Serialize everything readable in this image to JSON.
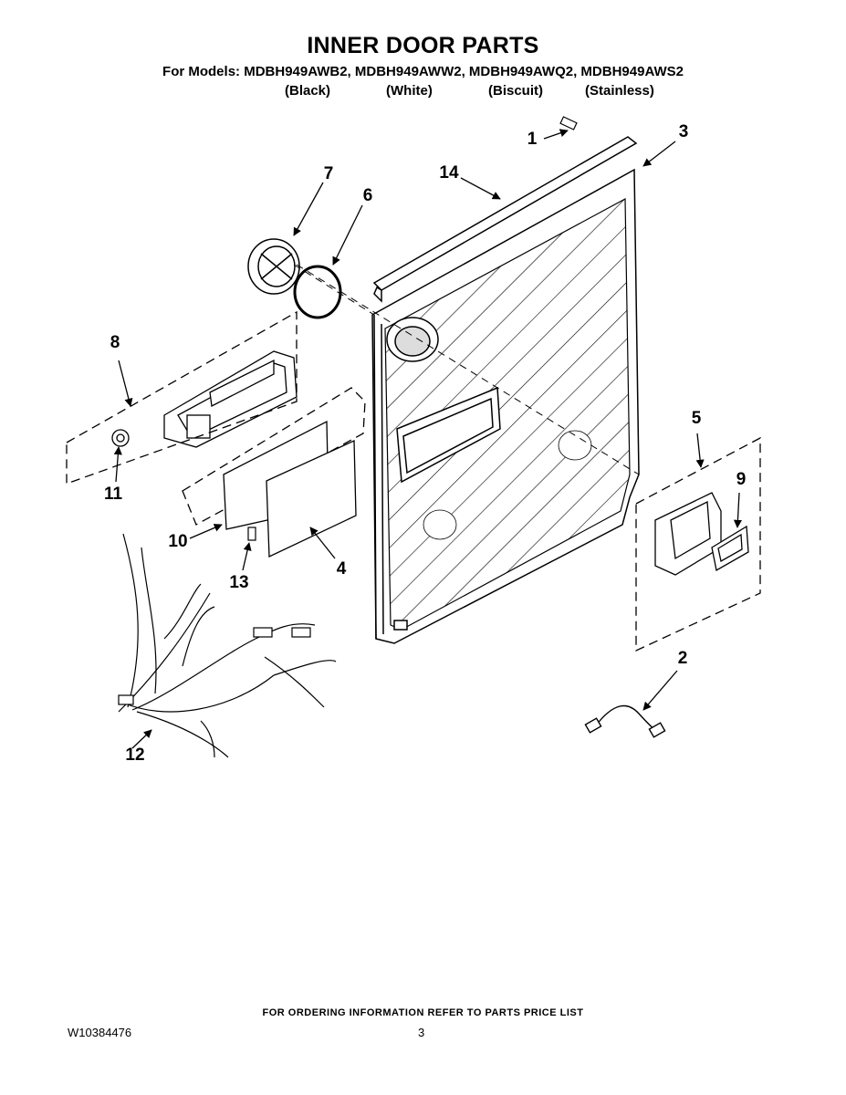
{
  "header": {
    "title": "INNER DOOR PARTS",
    "models_line": "For Models: MDBH949AWB2, MDBH949AWW2, MDBH949AWQ2, MDBH949AWS2",
    "colors": [
      "(Black)",
      "(White)",
      "(Biscuit)",
      "(Stainless)"
    ]
  },
  "callouts": [
    "1",
    "2",
    "3",
    "4",
    "5",
    "6",
    "7",
    "8",
    "9",
    "10",
    "11",
    "12",
    "13",
    "14"
  ],
  "footer": {
    "ordering_note": "FOR ORDERING INFORMATION REFER TO PARTS PRICE LIST",
    "document_number": "W10384476",
    "page_number": "3"
  }
}
